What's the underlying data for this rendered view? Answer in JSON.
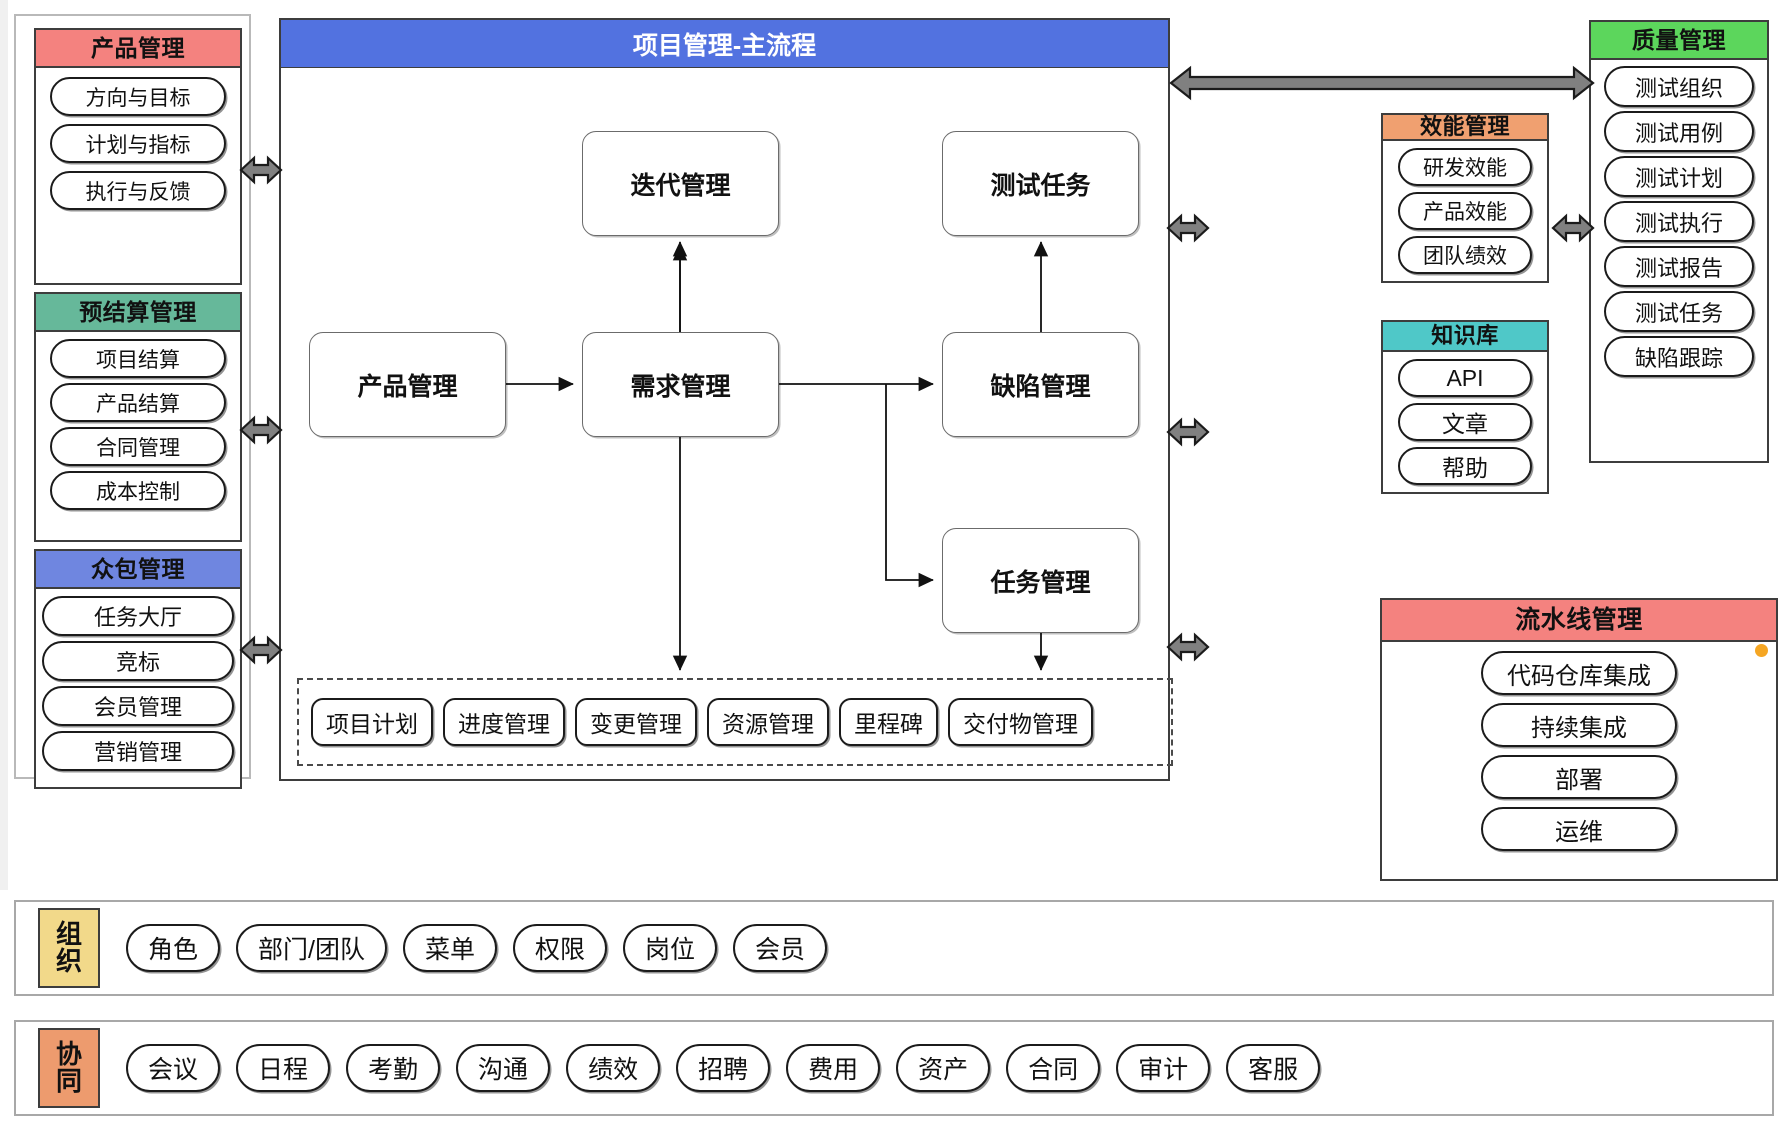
{
  "diagram": {
    "title": "项目管理-主流程",
    "colors": {
      "product_header": "#f4827f",
      "budget_header": "#66b89a",
      "crowd_header": "#6f86e0",
      "main_header": "#5272e0",
      "performance_header": "#f0a070",
      "knowledge_header": "#4fc8c8",
      "quality_header": "#5cd65c",
      "pipeline_header": "#f4827f",
      "org_label": "#f2d98a",
      "coop_label": "#ed9b6e",
      "pipeline_dot": "#f5a623"
    }
  },
  "left_panels": [
    {
      "key": "product",
      "title": "产品管理",
      "items": [
        "方向与目标",
        "计划与指标",
        "执行与反馈"
      ]
    },
    {
      "key": "budget",
      "title": "预结算管理",
      "items": [
        "项目结算",
        "产品结算",
        "合同管理",
        "成本控制"
      ]
    },
    {
      "key": "crowd",
      "title": "众包管理",
      "items": [
        "任务大厅",
        "竞标",
        "会员管理",
        "营销管理"
      ]
    }
  ],
  "main": {
    "header": "项目管理-主流程",
    "boxes": {
      "iteration": "迭代管理",
      "test_task": "测试任务",
      "product": "产品管理",
      "requirement": "需求管理",
      "defect": "缺陷管理",
      "task": "任务管理"
    },
    "dashed_items": [
      "项目计划",
      "进度管理",
      "变更管理",
      "资源管理",
      "里程碑",
      "交付物管理"
    ]
  },
  "mid_panels": [
    {
      "key": "performance",
      "title": "效能管理",
      "items": [
        "研发效能",
        "产品效能",
        "团队绩效"
      ]
    },
    {
      "key": "knowledge",
      "title": "知识库",
      "items": [
        "API",
        "文章",
        "帮助"
      ]
    }
  ],
  "quality": {
    "title": "质量管理",
    "items": [
      "测试组织",
      "测试用例",
      "测试计划",
      "测试执行",
      "测试报告",
      "测试任务",
      "缺陷跟踪"
    ]
  },
  "pipeline": {
    "title": "流水线管理",
    "items": [
      "代码仓库集成",
      "持续集成",
      "部署",
      "运维"
    ]
  },
  "bottom_bars": [
    {
      "key": "org",
      "label_line1": "组",
      "label_line2": "织",
      "items": [
        "角色",
        "部门/团队",
        "菜单",
        "权限",
        "岗位",
        "会员"
      ]
    },
    {
      "key": "coop",
      "label_line1": "协",
      "label_line2": "同",
      "items": [
        "会议",
        "日程",
        "考勤",
        "沟通",
        "绩效",
        "招聘",
        "费用",
        "资产",
        "合同",
        "审计",
        "客服"
      ]
    }
  ],
  "connectors": [
    {
      "name": "product-to-requirement",
      "type": "arrow-right"
    },
    {
      "name": "requirement-to-iteration",
      "type": "arrow-up"
    },
    {
      "name": "requirement-to-defect",
      "type": "arrow-right"
    },
    {
      "name": "requirement-to-task",
      "type": "arrow-right-branch"
    },
    {
      "name": "defect-to-test-task",
      "type": "arrow-up"
    },
    {
      "name": "requirement-to-dashed",
      "type": "arrow-down"
    },
    {
      "name": "task-to-dashed",
      "type": "arrow-down"
    },
    {
      "name": "left-panels-bidirectional",
      "type": "double-arrow"
    },
    {
      "name": "main-to-quality-top",
      "type": "double-arrow"
    },
    {
      "name": "main-to-performance",
      "type": "double-arrow"
    },
    {
      "name": "performance-to-quality",
      "type": "double-arrow"
    },
    {
      "name": "main-to-knowledge",
      "type": "double-arrow"
    },
    {
      "name": "main-to-pipeline",
      "type": "double-arrow"
    }
  ]
}
